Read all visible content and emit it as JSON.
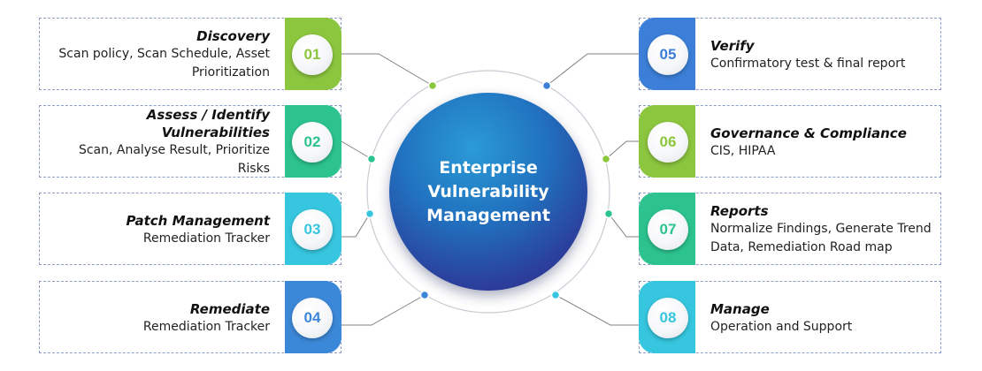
{
  "center": {
    "title": "Enterprise\nVulnerability\nManagement"
  },
  "colors": {
    "green": "#8cc63f",
    "teal": "#2cc38e",
    "cyan": "#36c6df",
    "blue": "#3c88d8",
    "ring": "#c7ccd3"
  },
  "steps": [
    {
      "number": "01",
      "title": "Discovery",
      "description": "Scan policy, Scan Schedule, Asset Prioritization",
      "color": "#8cc63f"
    },
    {
      "number": "02",
      "title": "Assess / Identify Vulnerabilities",
      "description": "Scan, Analyse Result, Prioritize Risks",
      "color": "#2cc38e"
    },
    {
      "number": "03",
      "title": "Patch Management",
      "description": "Remediation Tracker",
      "color": "#36c6df"
    },
    {
      "number": "04",
      "title": "Remediate",
      "description": "Remediation Tracker",
      "color": "#3c88d8"
    },
    {
      "number": "05",
      "title": "Verify",
      "description": "Confirmatory test & final report",
      "color": "#3c7fd8"
    },
    {
      "number": "06",
      "title": "Governance & Compliance",
      "description": "CIS, HIPAA",
      "color": "#8cc63f"
    },
    {
      "number": "07",
      "title": "Reports",
      "description": "Normalize Findings, Generate Trend Data, Remediation Road map",
      "color": "#2cc38e"
    },
    {
      "number": "08",
      "title": "Manage",
      "description": "Operation and Support",
      "color": "#36c6df"
    }
  ]
}
